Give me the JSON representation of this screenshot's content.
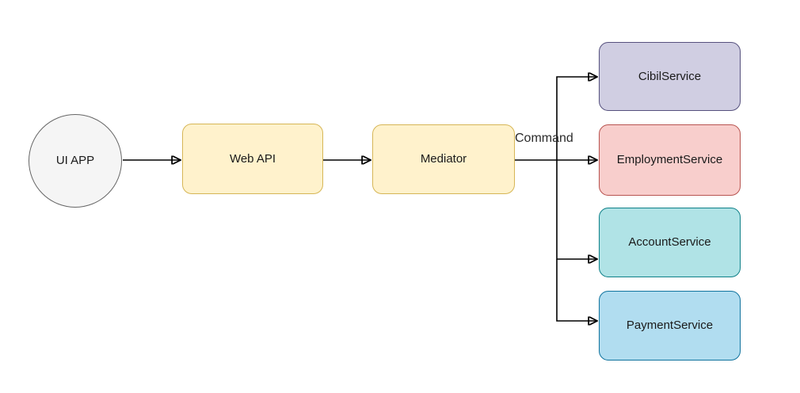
{
  "diagram": {
    "background": "#ffffff",
    "arrow_color": "#000000",
    "nodes": [
      {
        "id": "ui-app",
        "label": "UI APP",
        "shape": "ellipse",
        "fill": "#f5f5f5",
        "stroke": "#666666"
      },
      {
        "id": "web-api",
        "label": "Web API",
        "shape": "rounded-rectangle",
        "fill": "#fff2cc",
        "stroke": "#d6b656"
      },
      {
        "id": "mediator",
        "label": "Mediator",
        "shape": "rounded-rectangle",
        "fill": "#fff2cc",
        "stroke": "#d6b656"
      },
      {
        "id": "cibil-service",
        "label": "CibilService",
        "shape": "rounded-rectangle",
        "fill": "#d0cee2",
        "stroke": "#56517e"
      },
      {
        "id": "employment-service",
        "label": "EmploymentService",
        "shape": "rounded-rectangle",
        "fill": "#f8cecc",
        "stroke": "#b85450"
      },
      {
        "id": "account-service",
        "label": "AccountService",
        "shape": "rounded-rectangle",
        "fill": "#b0e3e6",
        "stroke": "#0e8088"
      },
      {
        "id": "payment-service",
        "label": "PaymentService",
        "shape": "rounded-rectangle",
        "fill": "#b1ddf0",
        "stroke": "#10739e"
      }
    ],
    "edges": [
      {
        "from": "ui-app",
        "to": "web-api"
      },
      {
        "from": "web-api",
        "to": "mediator"
      },
      {
        "from": "mediator",
        "to": "employment-service",
        "label": "Command"
      },
      {
        "from": "mediator",
        "to": "cibil-service"
      },
      {
        "from": "mediator",
        "to": "account-service"
      },
      {
        "from": "mediator",
        "to": "payment-service"
      }
    ]
  }
}
